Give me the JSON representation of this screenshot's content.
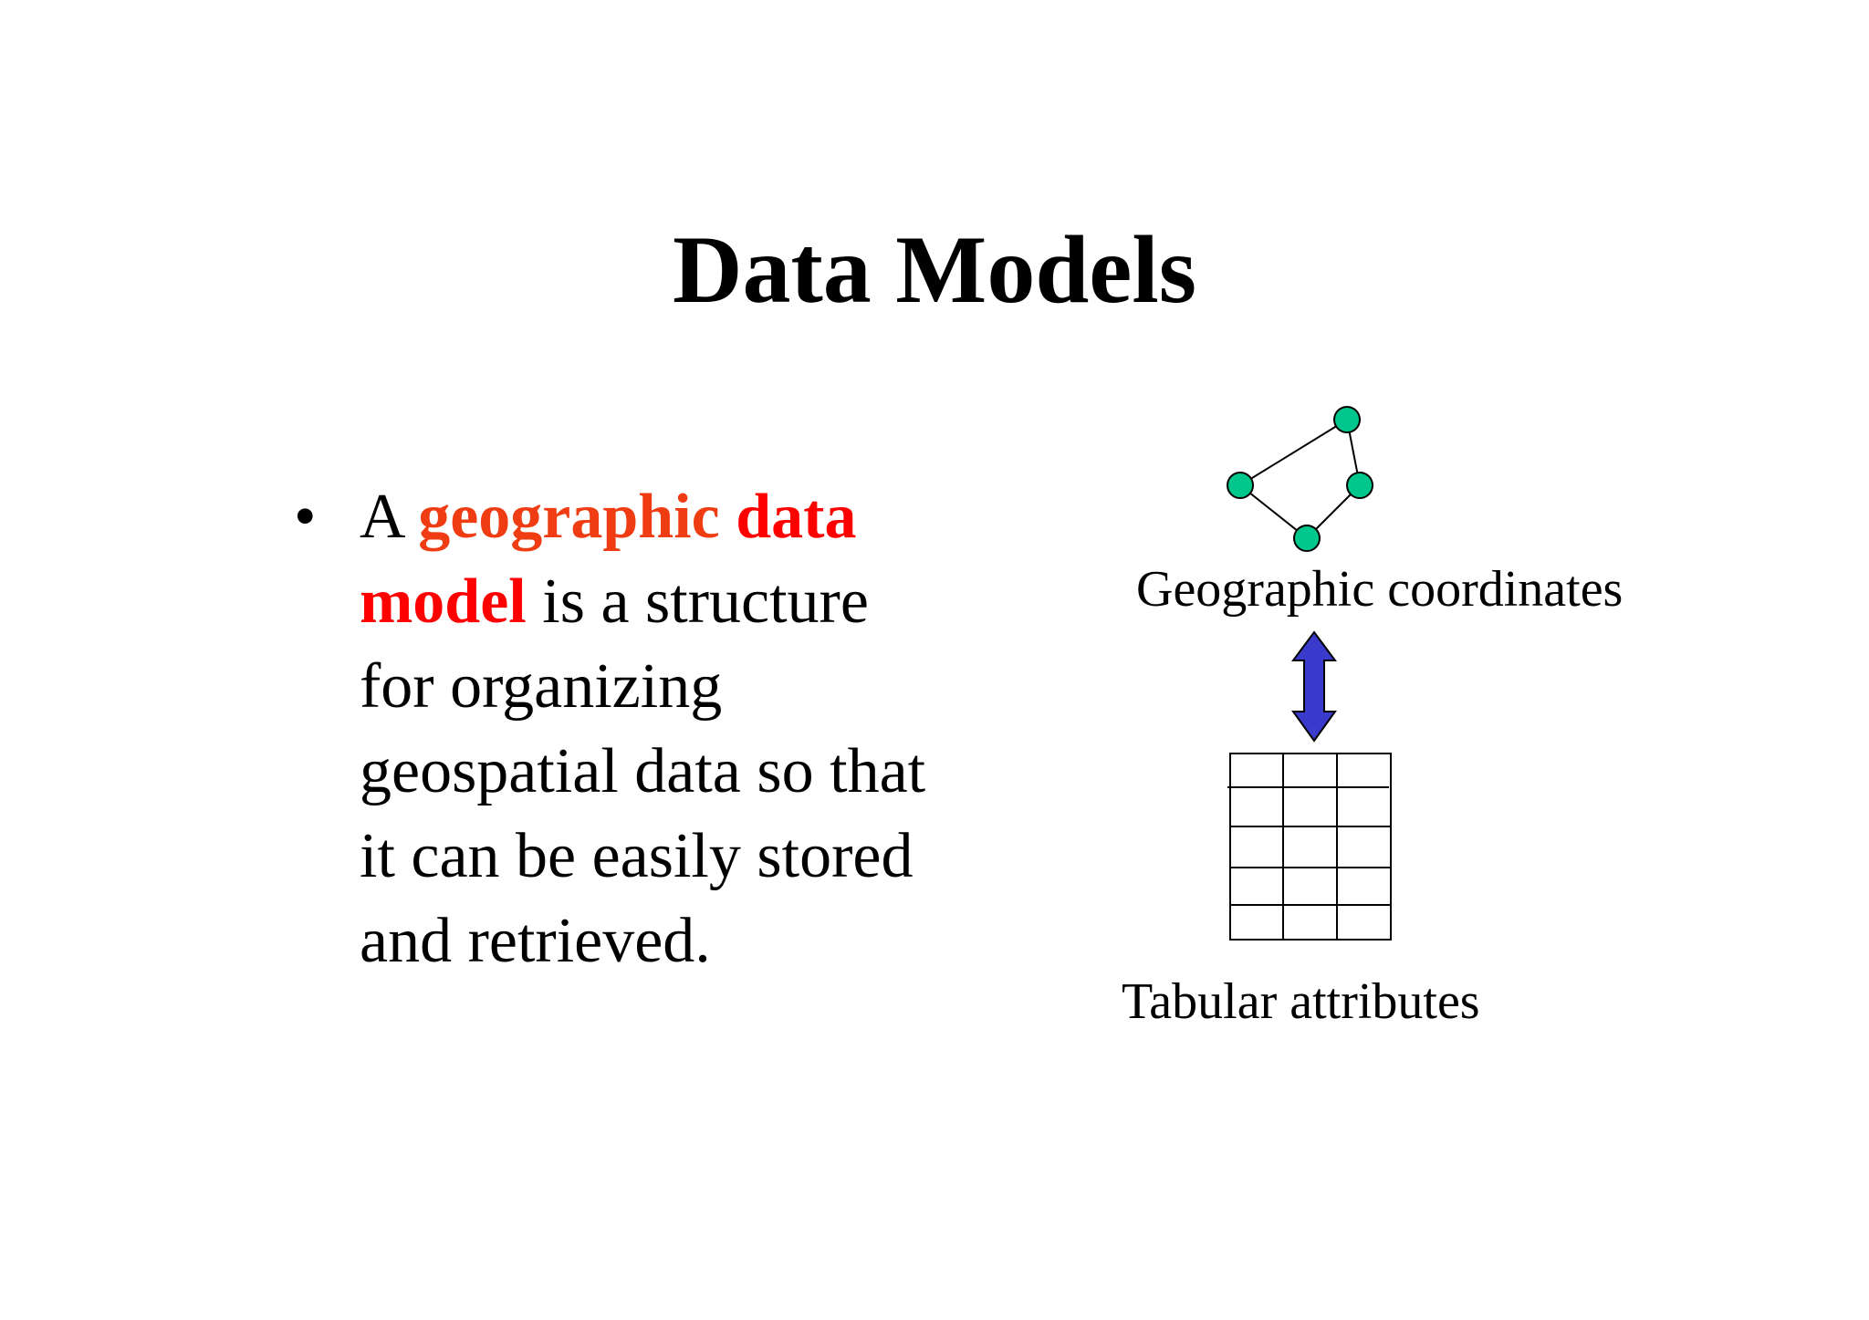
{
  "slide": {
    "title": "Data Models",
    "bullet_symbol": "•",
    "bullet": {
      "line1_prefix": "A ",
      "line1_highlight_a": "geographic",
      "line1_highlight_b": "data",
      "line2_highlight": "model",
      "line2_rest": " is a structure",
      "line3": "for organizing",
      "line4": "geospatial data so that",
      "line5": "it can be easily stored",
      "line6": "and retrieved."
    },
    "diagram": {
      "top_label": "Geographic coordinates",
      "bottom_label": "Tabular attributes",
      "node_icon": "point-node-icon",
      "arrow_icon": "double-headed-arrow-icon",
      "table_icon": "table-grid-icon"
    }
  },
  "colors": {
    "highlight_orange": "#f03c12",
    "highlight_red": "#ff0000",
    "node_fill": "#00c88c",
    "arrow_fill": "#3a3acc",
    "text": "#000000"
  }
}
